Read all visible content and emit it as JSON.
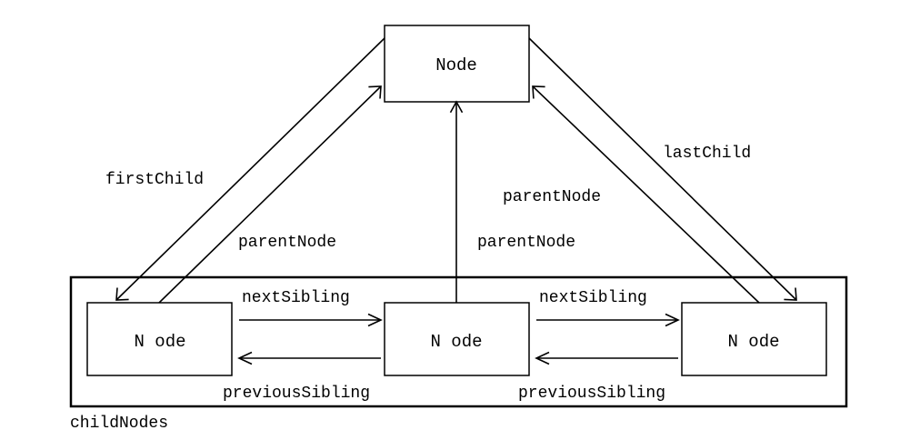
{
  "diagram": {
    "container_label": "childNodes",
    "nodes": {
      "parent": "Node",
      "child1": "N ode",
      "child2": "N ode",
      "child3": "N ode"
    },
    "labels": {
      "first_child": "firstChild",
      "last_child": "lastChild",
      "parent_node_left": "parentNode",
      "parent_node_middle": "parentNode",
      "parent_node_right": "parentNode",
      "next_sibling_1": "nextSibling",
      "next_sibling_2": "nextSibling",
      "previous_sibling_1": "previousSibling",
      "previous_sibling_2": "previousSibling"
    }
  }
}
